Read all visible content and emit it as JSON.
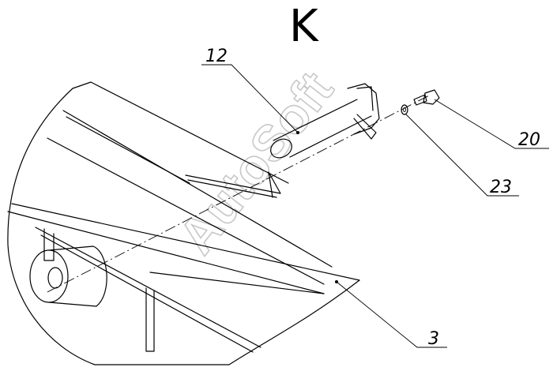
{
  "view_label": "K",
  "watermark": "AutoSoft",
  "callouts": [
    {
      "id": "callout-12",
      "number": "12"
    },
    {
      "id": "callout-20",
      "number": "20"
    },
    {
      "id": "callout-23",
      "number": "23"
    },
    {
      "id": "callout-3",
      "number": "3"
    }
  ]
}
